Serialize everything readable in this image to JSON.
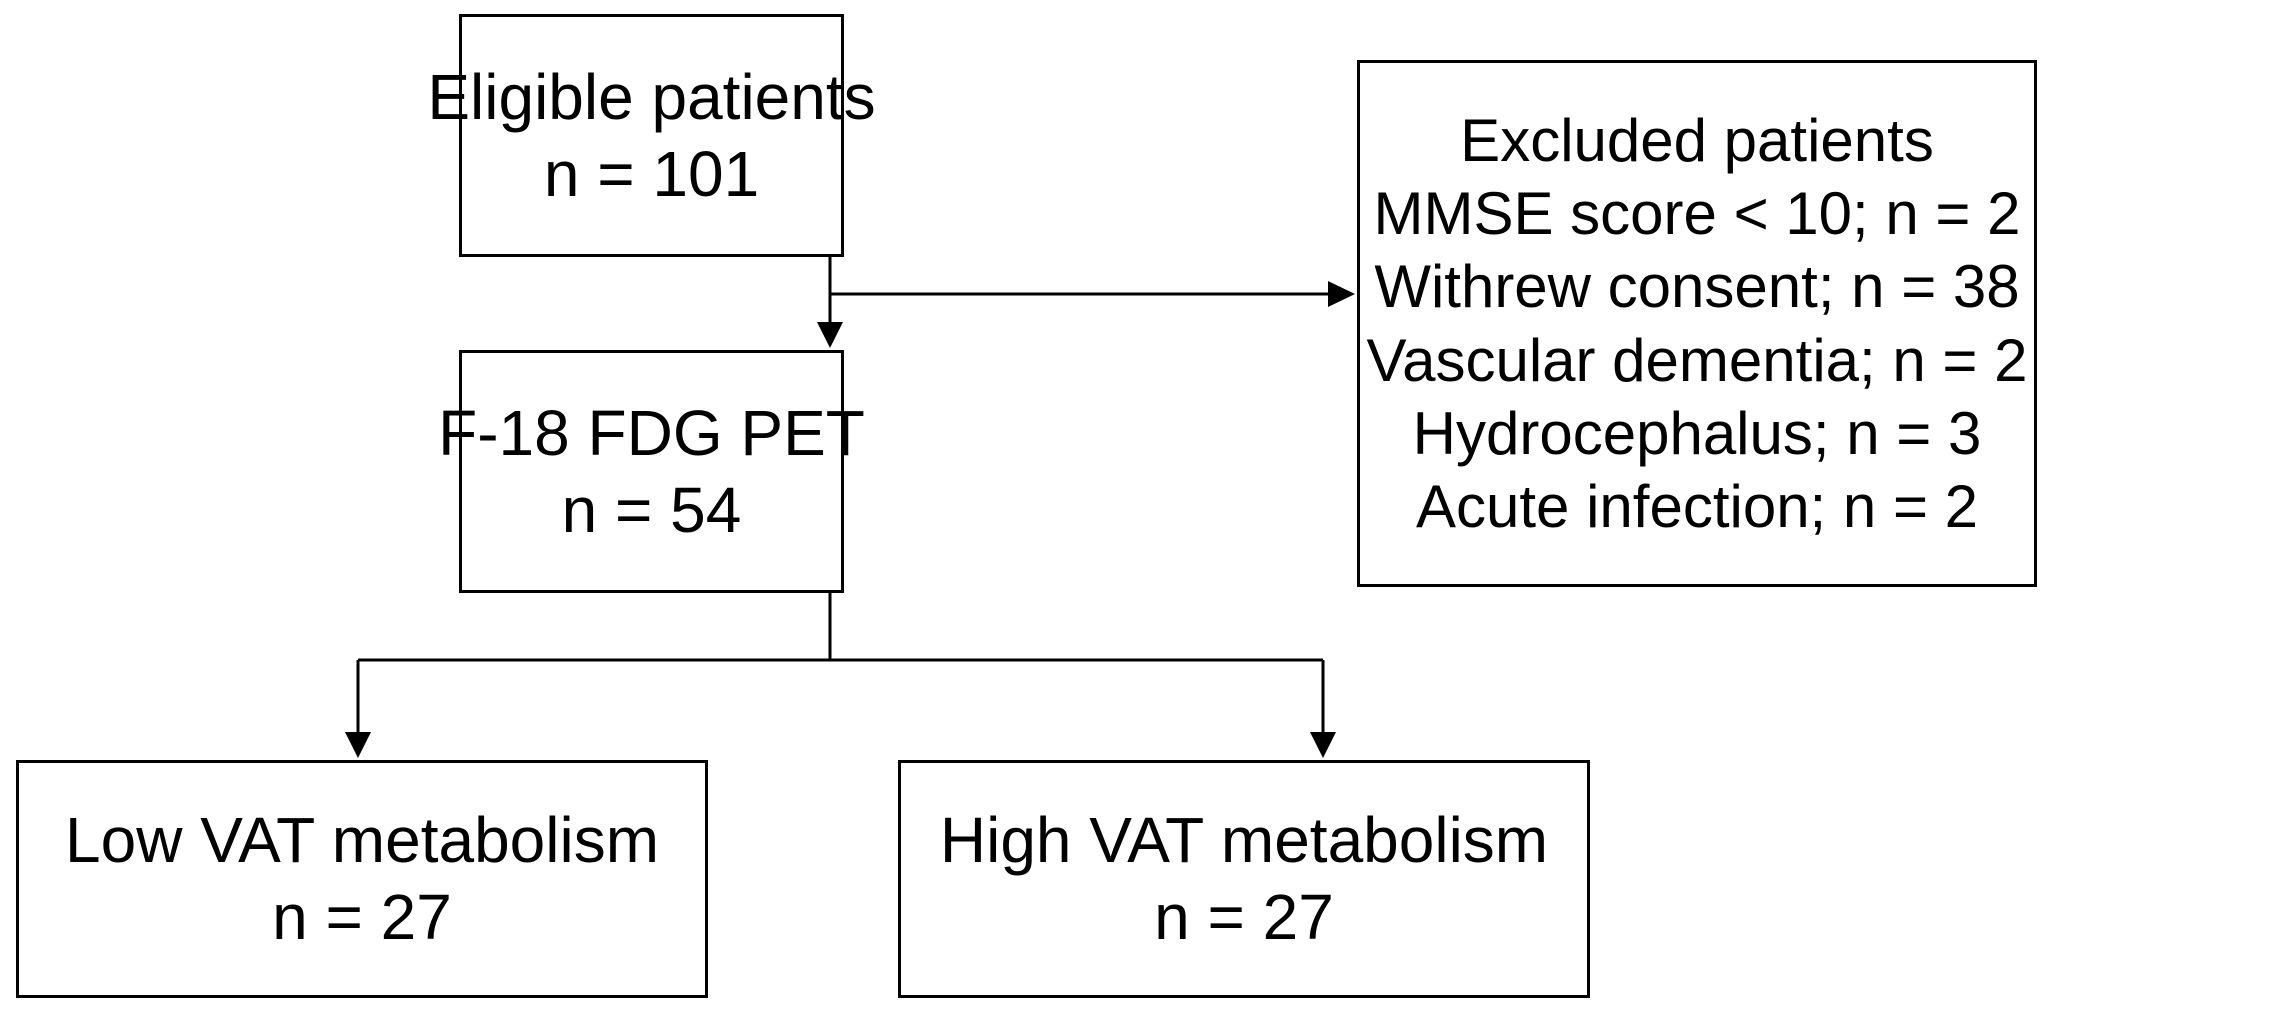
{
  "nodes": {
    "eligible": {
      "lines": [
        "Eligible patients",
        "n = 101"
      ]
    },
    "excluded": {
      "lines": [
        "Excluded patients",
        "MMSE score < 10; n = 2",
        "Withrew consent; n = 38",
        "Vascular dementia; n = 2",
        "Hydrocephalus; n = 3",
        "Acute infection; n = 2"
      ]
    },
    "fdg": {
      "lines": [
        "F-18 FDG PET",
        "n = 54"
      ]
    },
    "low_vat": {
      "lines": [
        "Low VAT metabolism",
        "n = 27"
      ]
    },
    "high_vat": {
      "lines": [
        "High VAT metabolism",
        "n = 27"
      ]
    }
  },
  "edges": [
    {
      "from": "eligible",
      "to": "fdg"
    },
    {
      "from": "eligible",
      "to": "excluded"
    },
    {
      "from": "fdg",
      "to": "low_vat"
    },
    {
      "from": "fdg",
      "to": "high_vat"
    }
  ],
  "colors": {
    "stroke": "#000000",
    "background": "#ffffff"
  }
}
